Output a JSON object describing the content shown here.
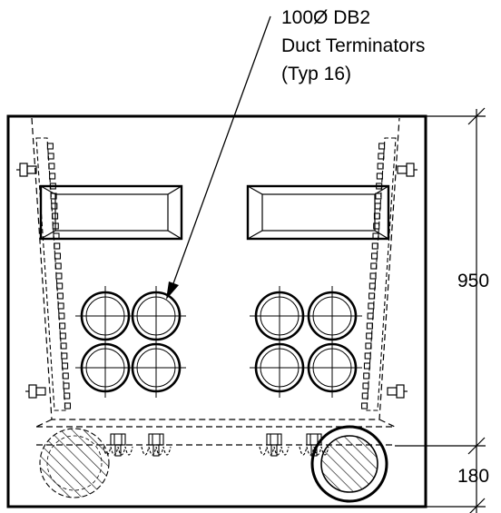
{
  "callout": {
    "line1": "100Ø DB2",
    "line2": "Duct Terminators",
    "line3": "(Typ 16)"
  },
  "dimensions": {
    "height_upper": "950",
    "height_lower": "180"
  },
  "colors": {
    "line": "#000000",
    "background": "#ffffff"
  }
}
